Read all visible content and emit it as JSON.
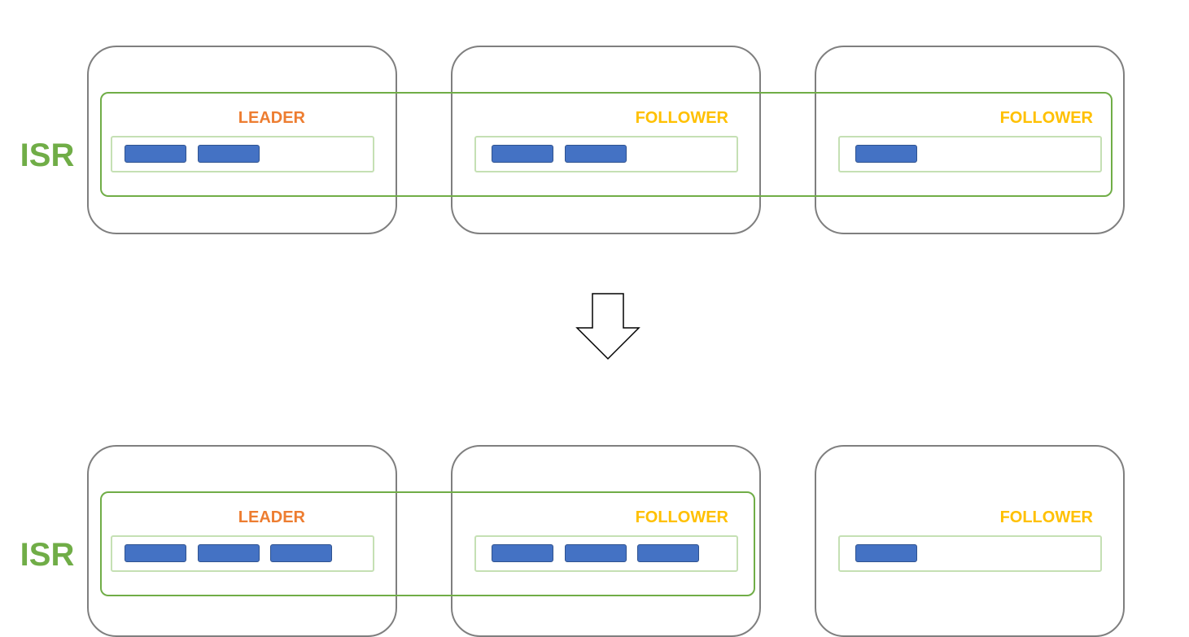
{
  "colors": {
    "isr": "#70ad47",
    "leader": "#ed7d31",
    "follower": "#ffc000",
    "log_border": "#c5e0b4",
    "message": "#4472c4",
    "broker_border": "#7f7f7f"
  },
  "before": {
    "isr_label": "ISR",
    "brokers": [
      {
        "role": "LEADER",
        "messages": 2,
        "in_isr": true
      },
      {
        "role": "FOLLOWER",
        "messages": 2,
        "in_isr": true
      },
      {
        "role": "FOLLOWER",
        "messages": 1,
        "in_isr": true
      }
    ]
  },
  "after": {
    "isr_label": "ISR",
    "brokers": [
      {
        "role": "LEADER",
        "messages": 3,
        "in_isr": true
      },
      {
        "role": "FOLLOWER",
        "messages": 3,
        "in_isr": true
      },
      {
        "role": "FOLLOWER",
        "messages": 1,
        "in_isr": false
      }
    ]
  },
  "arrow_icon": "down-arrow-icon"
}
